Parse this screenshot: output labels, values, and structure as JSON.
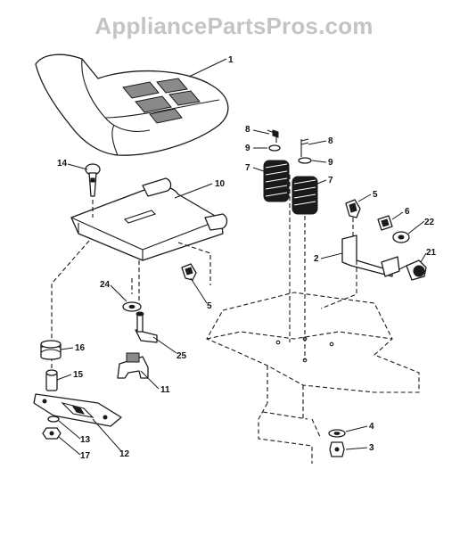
{
  "watermark": "AppliancePartsPros.com",
  "callouts": [
    "1",
    "14",
    "10",
    "8",
    "9",
    "7",
    "8",
    "9",
    "7",
    "5",
    "6",
    "22",
    "21",
    "2",
    "24",
    "5",
    "16",
    "25",
    "15",
    "11",
    "13",
    "12",
    "17",
    "4",
    "3"
  ]
}
